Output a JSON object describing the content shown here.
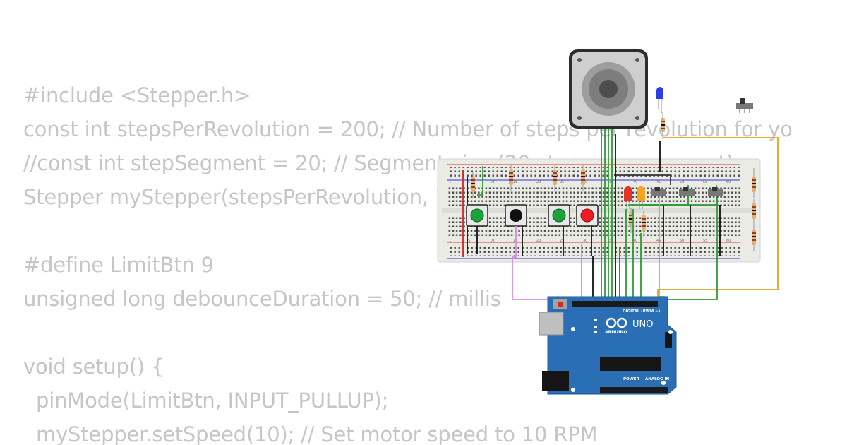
{
  "code": {
    "lines": [
      "#include <Stepper.h>",
      "const int stepsPerRevolution = 200; // Number of steps per revolution for yo",
      "//const int stepSegment = 20; // Segment size (20 steps per segment)",
      "Stepper myStepper(stepsPerRevolution, 10, 11, 12, 13);",
      "",
      "#define LimitBtn 9",
      "unsigned long debounceDuration = 50; // millis",
      "",
      "void setup() {",
      "  pinMode(LimitBtn, INPUT_PULLUP);",
      "  myStepper.setSpeed(10); // Set motor speed to 10 RPM"
    ]
  },
  "board": {
    "digital_label": "DIGITAL (PWM ~)",
    "uno_label": "UNO",
    "brand_label": "ARDUINO",
    "power_label": "POWER",
    "analog_label": "ANALOG IN"
  },
  "breadboard": {
    "column_numbers": [
      "1",
      "5",
      "10",
      "15",
      "20",
      "25",
      "30",
      "35",
      "40",
      "45",
      "50",
      "55",
      "60"
    ]
  },
  "colors": {
    "board_blue": "#2a6fb5",
    "breadboard": "#ebebe6",
    "wire_green": "#2f9a37",
    "wire_orange": "#e8a21d",
    "wire_red": "#d32222",
    "wire_violet": "#d58ee0",
    "button_green": "#1ba339",
    "button_red": "#ee1c24",
    "button_black": "#111111",
    "led_blue": "#2b3de8",
    "led_red": "#e5332a",
    "led_orange": "#f5a51b"
  }
}
